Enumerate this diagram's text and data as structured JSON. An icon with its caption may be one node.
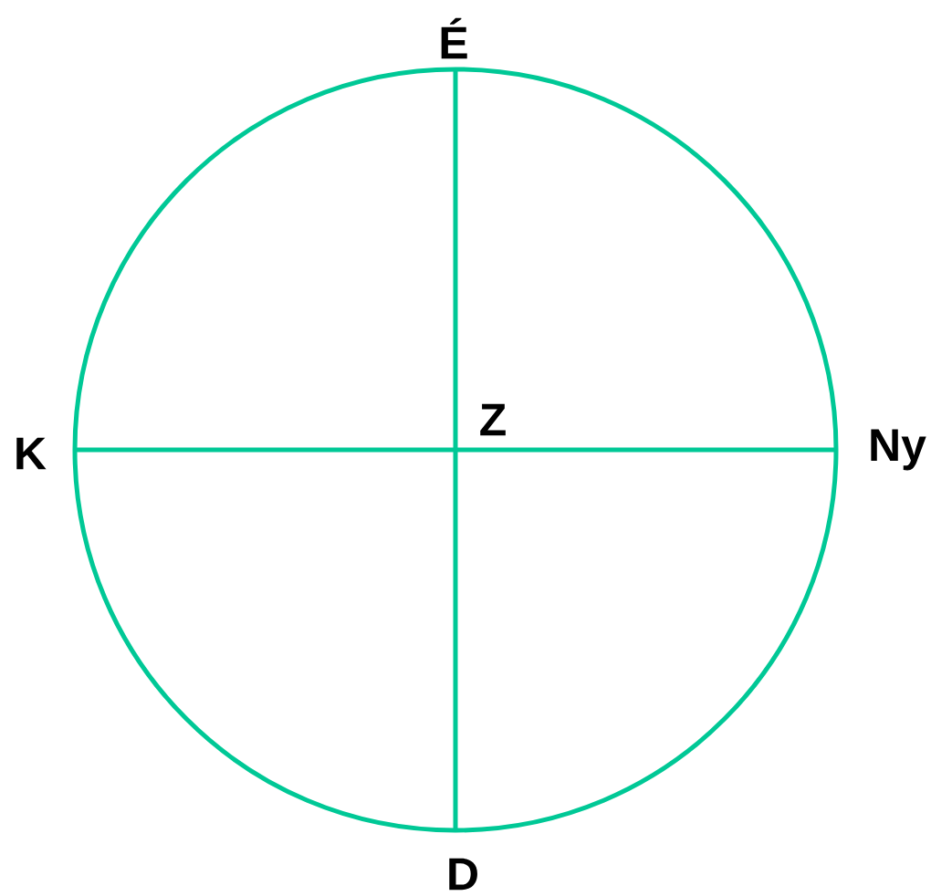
{
  "diagram": {
    "labels": [
      "É",
      "Z",
      "K",
      "Ny",
      "D"
    ]
  }
}
